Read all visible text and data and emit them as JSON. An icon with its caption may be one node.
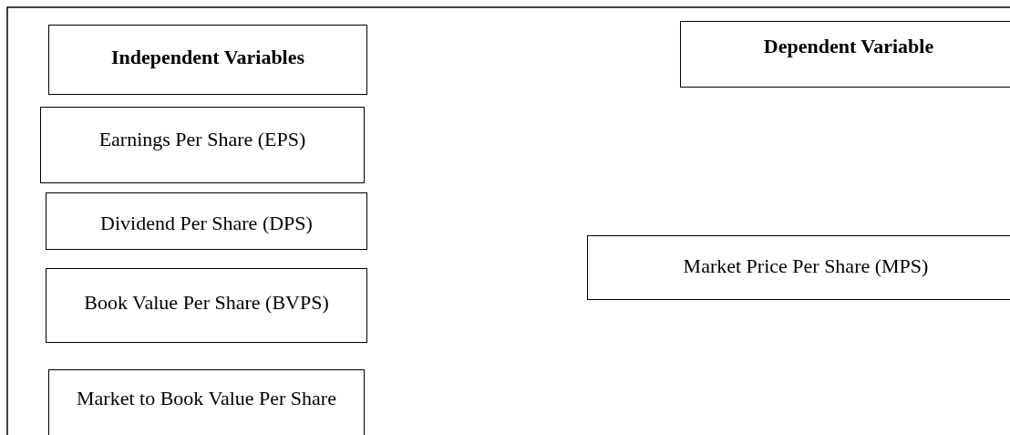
{
  "diagram": {
    "nodes": [
      {
        "text": [
          "Independent Variables"
        ]
      },
      {
        "text": [
          "Dependent Variable"
        ]
      },
      {
        "text": [
          "Earnings Per Share (EPS)"
        ]
      },
      {
        "text": [
          "Dividend Per Share (DPS)"
        ]
      },
      {
        "text": [
          "Market Price Per Share (MPS)"
        ]
      },
      {
        "text": [
          "Book Value Per Share (BVPS)"
        ]
      },
      {
        "text": [
          "Market to Book Value Per Share"
        ]
      }
    ]
  }
}
